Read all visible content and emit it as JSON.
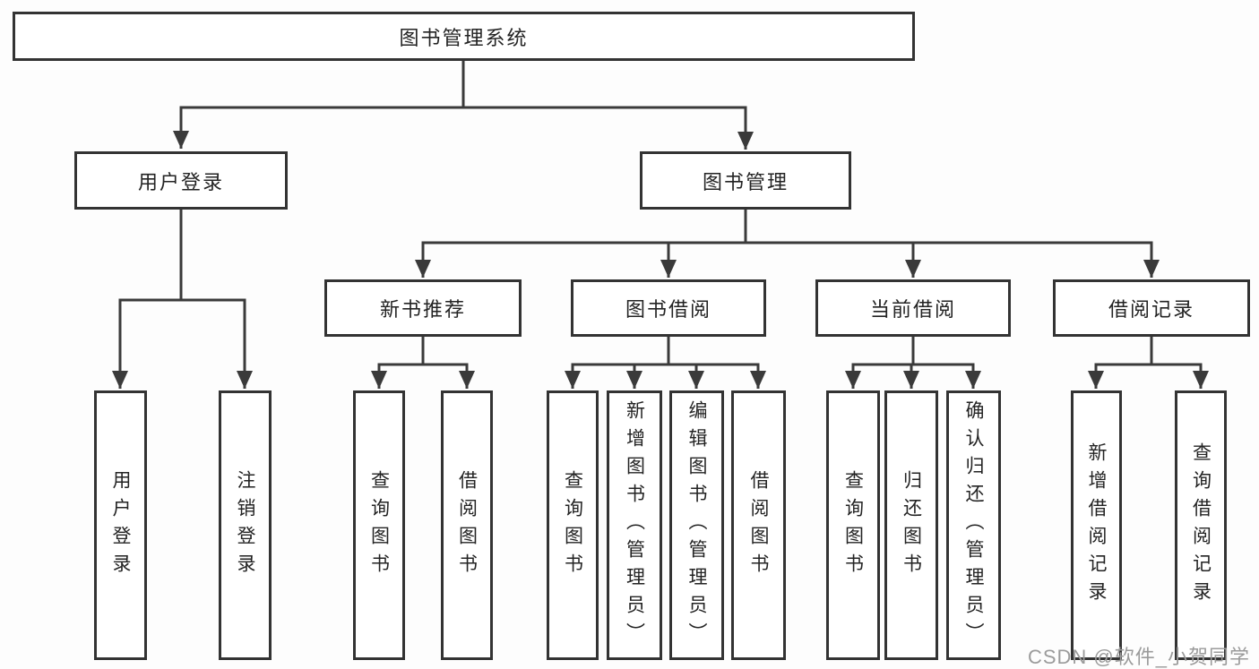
{
  "tree": {
    "root": {
      "label": "图书管理系统",
      "children": [
        {
          "label": "用户登录",
          "children": [
            {
              "label": "用户登录"
            },
            {
              "label": "注销登录"
            }
          ]
        },
        {
          "label": "图书管理",
          "children": [
            {
              "label": "新书推荐",
              "children": [
                {
                  "label": "查询图书"
                },
                {
                  "label": "借阅图书"
                }
              ]
            },
            {
              "label": "图书借阅",
              "children": [
                {
                  "label": "查询图书"
                },
                {
                  "label": "新增图书（管理员）"
                },
                {
                  "label": "编辑图书（管理员）"
                },
                {
                  "label": "借阅图书"
                }
              ]
            },
            {
              "label": "当前借阅",
              "children": [
                {
                  "label": "查询图书"
                },
                {
                  "label": "归还图书"
                },
                {
                  "label": "确认归还（管理员）"
                }
              ]
            },
            {
              "label": "借阅记录",
              "children": [
                {
                  "label": "新增借阅记录"
                },
                {
                  "label": "查询借阅记录"
                }
              ]
            }
          ]
        }
      ]
    }
  },
  "watermark": {
    "text": "CSDN @软件_小贺同学"
  },
  "colors": {
    "line": "#3a3a3a",
    "box_border": "#333333",
    "box_bg": "#ffffff",
    "text": "#232323",
    "watermark": "#9b9b9b",
    "background": "#fdfdfd"
  }
}
